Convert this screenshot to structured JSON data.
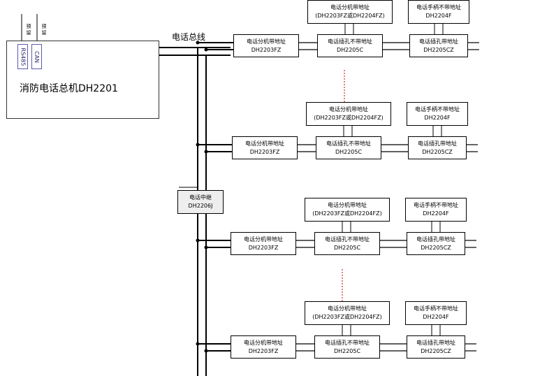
{
  "host": {
    "title": "消防电话总机DH2201",
    "ports": [
      "RS485",
      "CAN"
    ],
    "reserved_labels": [
      "预留",
      "预留"
    ]
  },
  "bus_label": "电话总线",
  "relay": {
    "line1": "电话中继",
    "line2": "DH2206J"
  },
  "groups": [
    {
      "branches": [
        {
          "ext": {
            "l1": "电话分机带地址",
            "l2": "DH2203FZ"
          },
          "socket": {
            "l1": "电话插孔不带地址",
            "l2": "DH2205C"
          },
          "sub_ext": {
            "l1": "电话分机带地址",
            "l2": "(DH2203FZ或DH2204FZ)"
          },
          "sock_addr": {
            "l1": "电话插孔带地址",
            "l2": "DH2205CZ"
          },
          "handset": {
            "l1": "电话手柄不带地址",
            "l2": "DH2204F"
          }
        },
        {
          "ext": {
            "l1": "电话分机带地址",
            "l2": "DH2203FZ"
          },
          "socket": {
            "l1": "电话插孔不带地址",
            "l2": "DH2205C"
          },
          "sub_ext": {
            "l1": "电话分机带地址",
            "l2": "(DH2203FZ或DH2204FZ)"
          },
          "sock_addr": {
            "l1": "电话插孔带地址",
            "l2": "DH2205CZ"
          },
          "handset": {
            "l1": "电话手柄不带地址",
            "l2": "DH2204F"
          }
        }
      ]
    },
    {
      "branches": [
        {
          "ext": {
            "l1": "电话分机带地址",
            "l2": "DH2203FZ"
          },
          "socket": {
            "l1": "电话插孔不带地址",
            "l2": "DH2205C"
          },
          "sub_ext": {
            "l1": "电话分机带地址",
            "l2": "(DH2203FZ或DH2204FZ)"
          },
          "sock_addr": {
            "l1": "电话插孔带地址",
            "l2": "DH2205CZ"
          },
          "handset": {
            "l1": "电话手柄不带地址",
            "l2": "DH2204F"
          }
        },
        {
          "ext": {
            "l1": "电话分机带地址",
            "l2": "DH2203FZ"
          },
          "socket": {
            "l1": "电话插孔不带地址",
            "l2": "DH2205C"
          },
          "sub_ext": {
            "l1": "电话分机带地址",
            "l2": "(DH2203FZ或DH2204FZ)"
          },
          "sock_addr": {
            "l1": "电话插孔带地址",
            "l2": "DH2205CZ"
          },
          "handset": {
            "l1": "电话手柄不带地址",
            "l2": "DH2204F"
          }
        }
      ]
    }
  ]
}
